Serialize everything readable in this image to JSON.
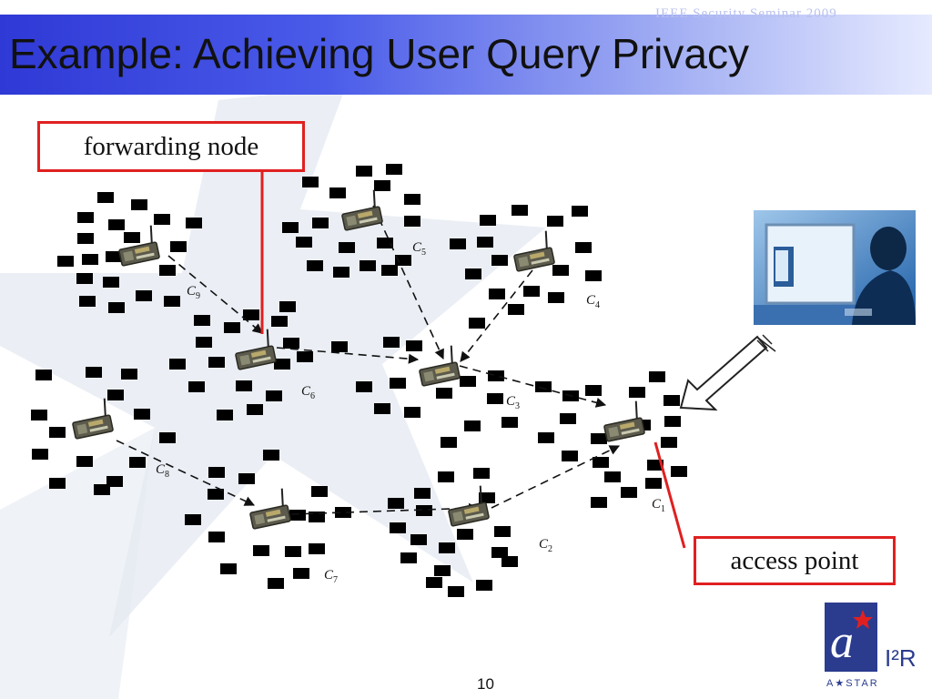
{
  "slide": {
    "ghost_header": "IEEE Security Seminar 2009",
    "title": "Example: Achieving User Query Privacy",
    "page_number": "10"
  },
  "callouts": {
    "forwarding_node": "forwarding node",
    "access_point": "access point"
  },
  "clusters": [
    {
      "label": "C",
      "sub": "1"
    },
    {
      "label": "C",
      "sub": "2"
    },
    {
      "label": "C",
      "sub": "3"
    },
    {
      "label": "C",
      "sub": "4"
    },
    {
      "label": "C",
      "sub": "5"
    },
    {
      "label": "C",
      "sub": "6"
    },
    {
      "label": "C",
      "sub": "7"
    },
    {
      "label": "C",
      "sub": "8"
    },
    {
      "label": "C",
      "sub": "9"
    }
  ],
  "logo": {
    "mark": "I²R",
    "tagline": "A★STAR"
  },
  "icons": {
    "user_photo": "person-at-computer-photo",
    "sensor": "sensor-node-icon",
    "arrow": "hollow-arrow-icon"
  },
  "colors": {
    "title_gradient_start": "#2f39d6",
    "callout_border": "#e02020",
    "background_star": "#dfe5ee",
    "node_fill": "#000000"
  }
}
